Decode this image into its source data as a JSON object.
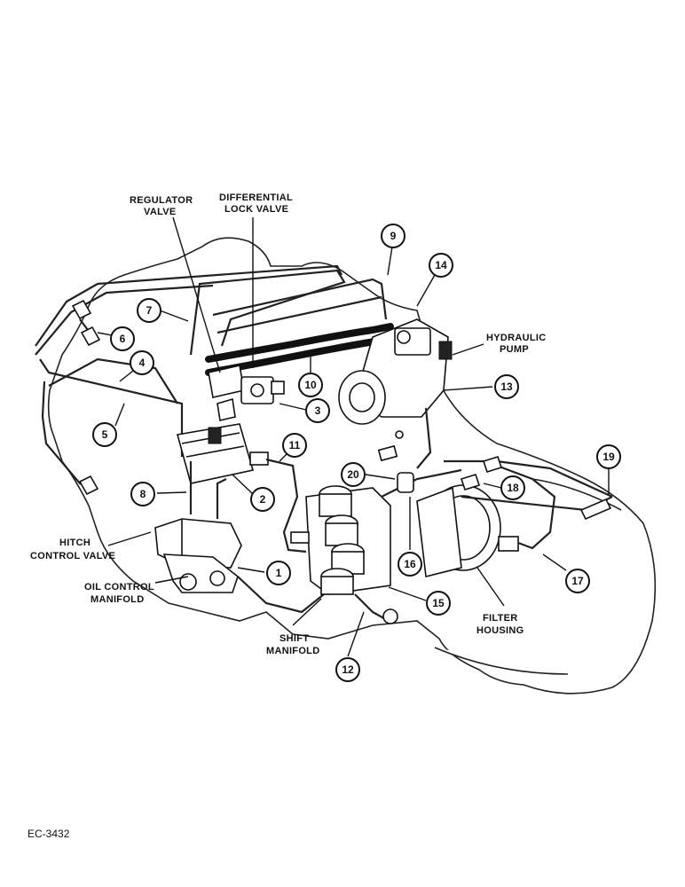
{
  "labels": {
    "regulator_valve": [
      "REGULATOR",
      "VALVE"
    ],
    "differential_lock_valve": [
      "DIFFERENTIAL",
      "LOCK VALVE"
    ],
    "hydraulic_pump": [
      "HYDRAULIC",
      "PUMP"
    ],
    "hitch_control_valve": [
      "HITCH",
      "CONTROL VALVE"
    ],
    "oil_control_manifold": [
      "OIL CONTROL",
      "MANIFOLD"
    ],
    "shift_manifold": [
      "SHIFT",
      "MANIFOLD"
    ],
    "filter_housing": [
      "FILTER",
      "HOUSING"
    ]
  },
  "callouts": [
    "1",
    "2",
    "3",
    "4",
    "5",
    "6",
    "7",
    "8",
    "9",
    "10",
    "11",
    "12",
    "13",
    "14",
    "15",
    "16",
    "17",
    "18",
    "19",
    "20"
  ],
  "figure_code": "EC-3432"
}
